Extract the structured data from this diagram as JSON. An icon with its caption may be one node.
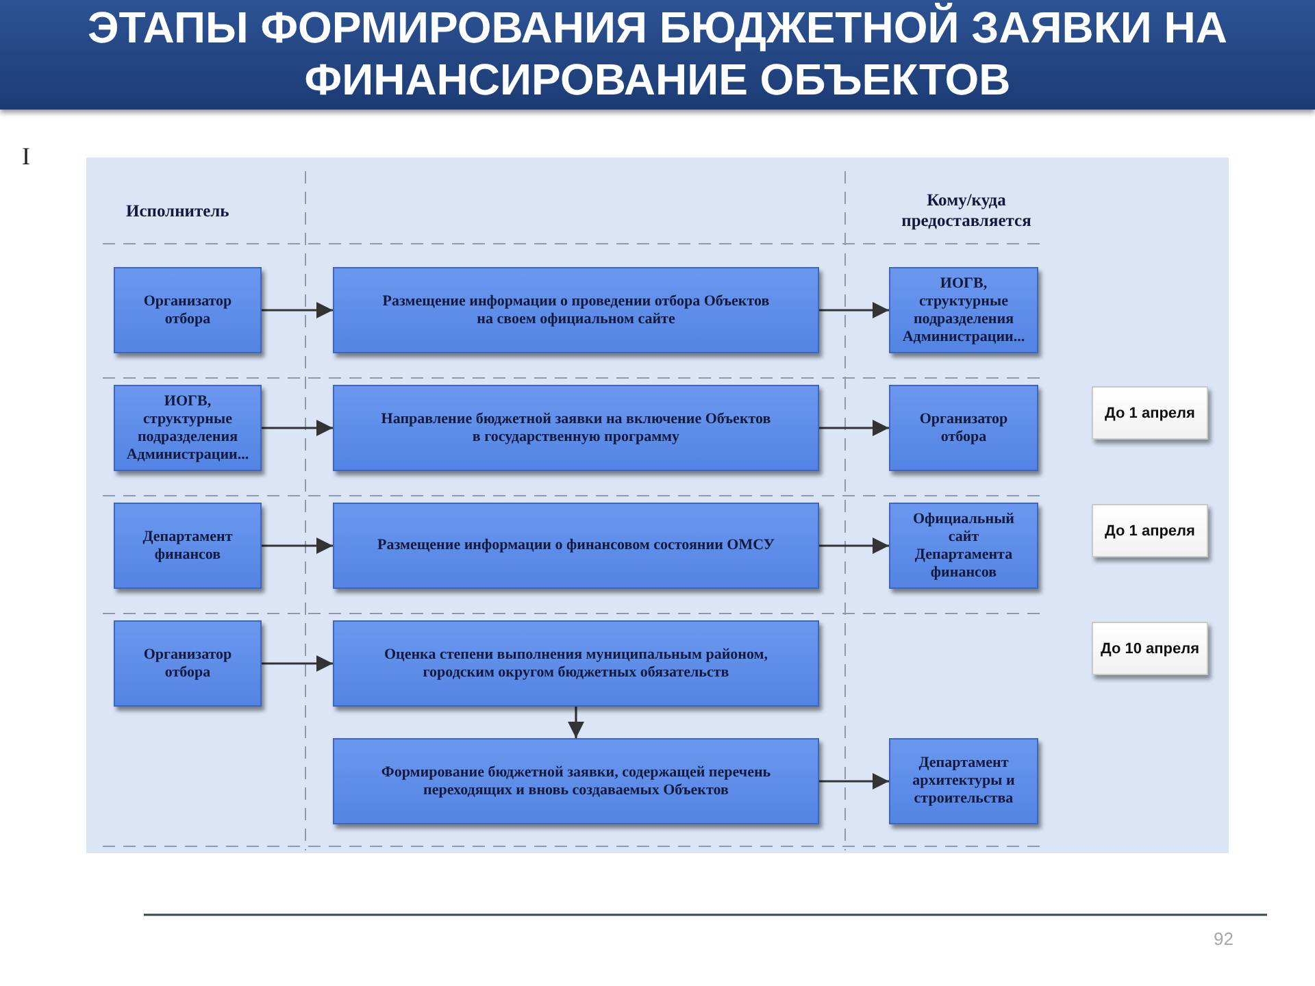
{
  "diagram": {
    "title": "ЭТАПЫ ФОРМИРОВАНИЯ БЮДЖЕТНОЙ ЗАЯВКИ НА ФИНАНСИРОВАНИЕ ОБЪЕКТОВ",
    "nodes": [
      {
        "text": [
          "Исполнитель",
          "Кому/куда предоставляется"
        ]
      },
      {
        "text": [
          "Организатор отбора"
        ],
        "in": 0
      },
      {
        "text": [
          "Размещение информации о проведении отбора Объектов на своем официальном сайте"
        ],
        "in": 0
      },
      {
        "text": [
          "ИОГВ, структурные подразделения Администрации..."
        ],
        "in": 0
      },
      {
        "text": [
          "ИОГВ, структурные подразделения Администрации..."
        ],
        "in": 0
      },
      {
        "text": [
          "Направление бюджетной заявки на включение Объектов в государственную программу"
        ],
        "in": 0
      },
      {
        "text": [
          "Организатор отбора"
        ],
        "in": 0
      },
      {
        "text": [
          "До 1 апреля"
        ],
        "in": 0
      },
      {
        "text": [
          "Департамент финансов"
        ],
        "in": 0
      },
      {
        "text": [
          "Размещение информации о финансовом состоянии ОМСУ"
        ],
        "in": 0
      },
      {
        "text": [
          "Официальный сайт Департамента финансов"
        ],
        "in": 0
      },
      {
        "text": [
          "До 1 апреля"
        ],
        "in": 0
      },
      {
        "text": [
          "Организатор отбора"
        ],
        "in": 0
      },
      {
        "text": [
          "Оценка степени выполнения муниципальным районом, городским округом бюджетных обязательств"
        ],
        "in": 0
      },
      {
        "text": [
          "До 10 апреля"
        ],
        "in": 0
      },
      {
        "text": [
          "Формирование бюджетной заявки, содержащей перечень переходящих и вновь создаваемых Объектов"
        ],
        "in": 0
      },
      {
        "text": [
          "Департамент архитектуры и строительства"
        ],
        "in": 0
      }
    ],
    "edges": [
      {
        "from": 1,
        "to": 2,
        "arrow": "to"
      },
      {
        "from": 2,
        "to": 3,
        "arrow": "to"
      },
      {
        "from": 4,
        "to": 5,
        "arrow": "to"
      },
      {
        "from": 5,
        "to": 6,
        "arrow": "to"
      },
      {
        "from": 8,
        "to": 9,
        "arrow": "to"
      },
      {
        "from": 9,
        "to": 10,
        "arrow": "to"
      },
      {
        "from": 12,
        "to": 13,
        "arrow": "to"
      },
      {
        "from": 13,
        "to": 15,
        "arrow": "to"
      },
      {
        "from": 15,
        "to": 16,
        "arrow": "to"
      }
    ],
    "labels": [
      "I",
      "92"
    ]
  }
}
